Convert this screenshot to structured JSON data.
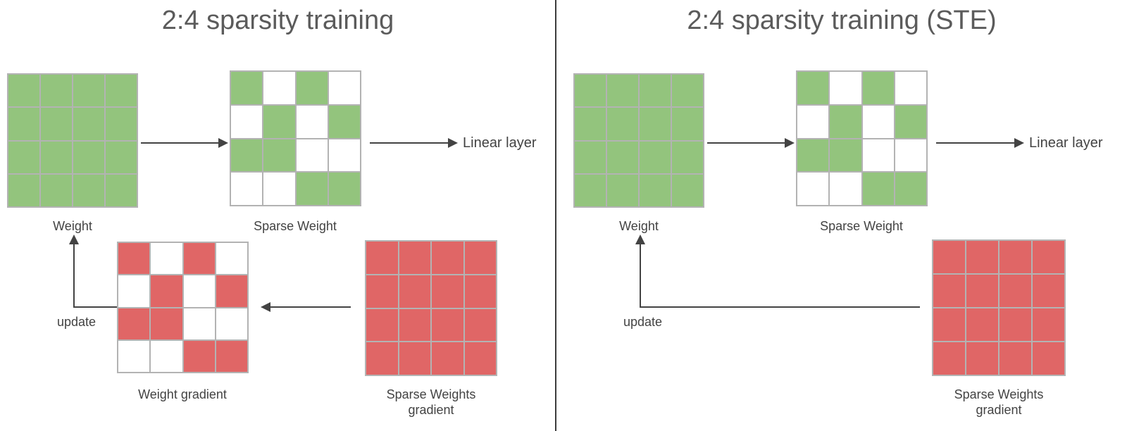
{
  "colors": {
    "green": "#93c47d",
    "red": "#e06666",
    "grid": "#b3b3b3",
    "text": "#434343",
    "title": "#5b5b5b",
    "arrow": "#434343",
    "background": "#ffffff",
    "divider": "#3c3c3c"
  },
  "panels": [
    {
      "id": "standard",
      "title": "2:4 sparsity training",
      "matrices": {
        "weight": {
          "label": "Weight",
          "color": "green",
          "rows": 4,
          "cols": 4,
          "mask": [
            [
              1,
              1,
              1,
              1
            ],
            [
              1,
              1,
              1,
              1
            ],
            [
              1,
              1,
              1,
              1
            ],
            [
              1,
              1,
              1,
              1
            ]
          ]
        },
        "sparse_weight": {
          "label": "Sparse Weight",
          "color": "green",
          "rows": 4,
          "cols": 4,
          "mask": [
            [
              1,
              0,
              1,
              0
            ],
            [
              0,
              1,
              0,
              1
            ],
            [
              1,
              1,
              0,
              0
            ],
            [
              0,
              0,
              1,
              1
            ]
          ]
        },
        "weight_gradient": {
          "label": "Weight gradient",
          "color": "red",
          "rows": 4,
          "cols": 4,
          "mask": [
            [
              1,
              0,
              1,
              0
            ],
            [
              0,
              1,
              0,
              1
            ],
            [
              1,
              1,
              0,
              0
            ],
            [
              0,
              0,
              1,
              1
            ]
          ]
        },
        "sparse_weights_gradient": {
          "label": "Sparse Weights\ngradient",
          "color": "red",
          "rows": 4,
          "cols": 4,
          "mask": [
            [
              1,
              1,
              1,
              1
            ],
            [
              1,
              1,
              1,
              1
            ],
            [
              1,
              1,
              1,
              1
            ],
            [
              1,
              1,
              1,
              1
            ]
          ]
        }
      },
      "arrows": {
        "prune": "",
        "output_label": "Linear layer",
        "update_label": "update"
      }
    },
    {
      "id": "ste",
      "title": "2:4 sparsity training (STE)",
      "matrices": {
        "weight": {
          "label": "Weight",
          "color": "green",
          "rows": 4,
          "cols": 4,
          "mask": [
            [
              1,
              1,
              1,
              1
            ],
            [
              1,
              1,
              1,
              1
            ],
            [
              1,
              1,
              1,
              1
            ],
            [
              1,
              1,
              1,
              1
            ]
          ]
        },
        "sparse_weight": {
          "label": "Sparse Weight",
          "color": "green",
          "rows": 4,
          "cols": 4,
          "mask": [
            [
              1,
              0,
              1,
              0
            ],
            [
              0,
              1,
              0,
              1
            ],
            [
              1,
              1,
              0,
              0
            ],
            [
              0,
              0,
              1,
              1
            ]
          ]
        },
        "sparse_weights_gradient": {
          "label": "Sparse Weights\ngradient",
          "color": "red",
          "rows": 4,
          "cols": 4,
          "mask": [
            [
              1,
              1,
              1,
              1
            ],
            [
              1,
              1,
              1,
              1
            ],
            [
              1,
              1,
              1,
              1
            ],
            [
              1,
              1,
              1,
              1
            ]
          ]
        }
      },
      "arrows": {
        "output_label": "Linear layer",
        "update_label": "update"
      }
    }
  ]
}
